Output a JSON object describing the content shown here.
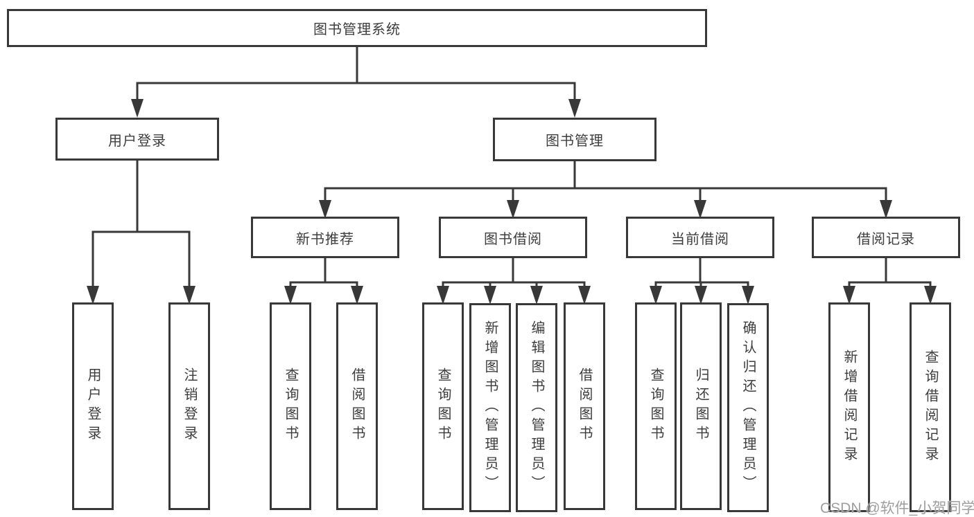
{
  "root": {
    "label": "图书管理系统"
  },
  "user_login": {
    "label": "用户登录",
    "children": [
      {
        "label": "用户登录"
      },
      {
        "label": "注销登录"
      }
    ]
  },
  "book_management": {
    "label": "图书管理",
    "sections": [
      {
        "label": "新书推荐",
        "children": [
          {
            "label": "查询图书"
          },
          {
            "label": "借阅图书"
          }
        ]
      },
      {
        "label": "图书借阅",
        "children": [
          {
            "label": "查询图书"
          },
          {
            "label": "新增图书（管理员）"
          },
          {
            "label": "编辑图书（管理员）"
          },
          {
            "label": "借阅图书"
          }
        ]
      },
      {
        "label": "当前借阅",
        "children": [
          {
            "label": "查询图书"
          },
          {
            "label": "归还图书"
          },
          {
            "label": "确认归还（管理员）"
          }
        ]
      },
      {
        "label": "借阅记录",
        "children": [
          {
            "label": "新增借阅记录"
          },
          {
            "label": "查询借阅记录"
          }
        ]
      }
    ]
  },
  "watermark": {
    "text": "CSDN @软件_小贺同学"
  },
  "colors": {
    "line": "#383838",
    "text": "#3d3d3d",
    "box_fill": "#ffffff",
    "watermark": "#9e9e9e",
    "background": "#ffffff"
  }
}
